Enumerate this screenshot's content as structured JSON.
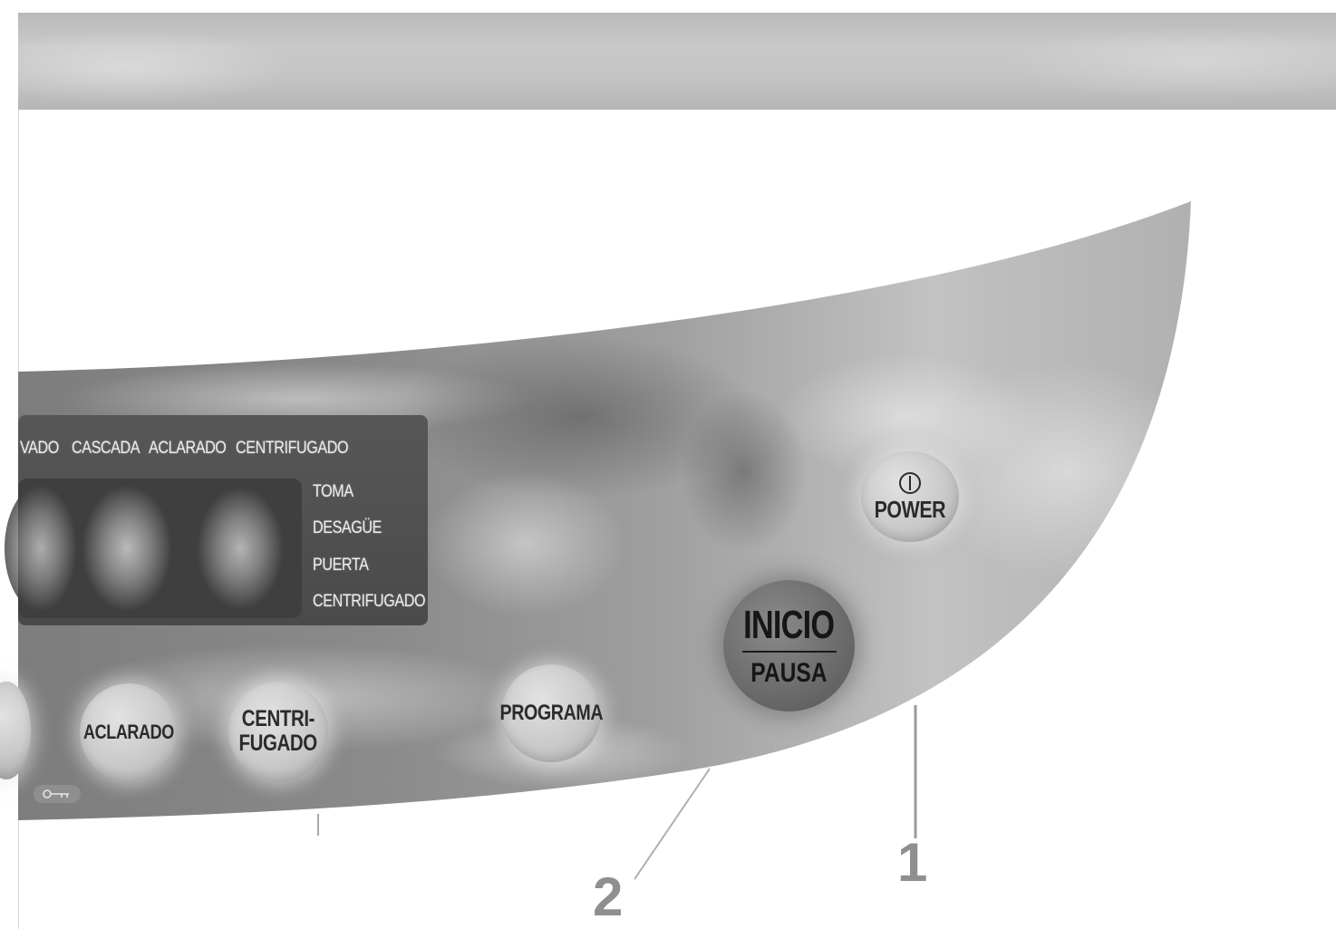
{
  "panel": {
    "display": {
      "cycle_labels": [
        "VADO",
        "CASCADA",
        "ACLARADO",
        "CENTRIFUGADO"
      ],
      "status_labels": [
        "TOMA",
        "DESAGÜE",
        "PUERTA",
        "CENTRIFUGADO"
      ]
    },
    "buttons": {
      "aclarado": "ACLARADO",
      "centrifugado_line1": "CENTRI-",
      "centrifugado_line2": "FUGADO",
      "programa": "PROGRAMA",
      "inicio": "INICIO",
      "pausa": "PAUSA",
      "power": "POWER"
    },
    "icons": {
      "power": "power-icon",
      "lock": "key-icon"
    }
  },
  "callouts": {
    "one": "1",
    "two": "2"
  },
  "colors": {
    "panel_light": "#cfcfcf",
    "panel_dark": "#5a5a5a",
    "display_bg": "#4e4e4e",
    "callout": "#8f8f8f"
  }
}
